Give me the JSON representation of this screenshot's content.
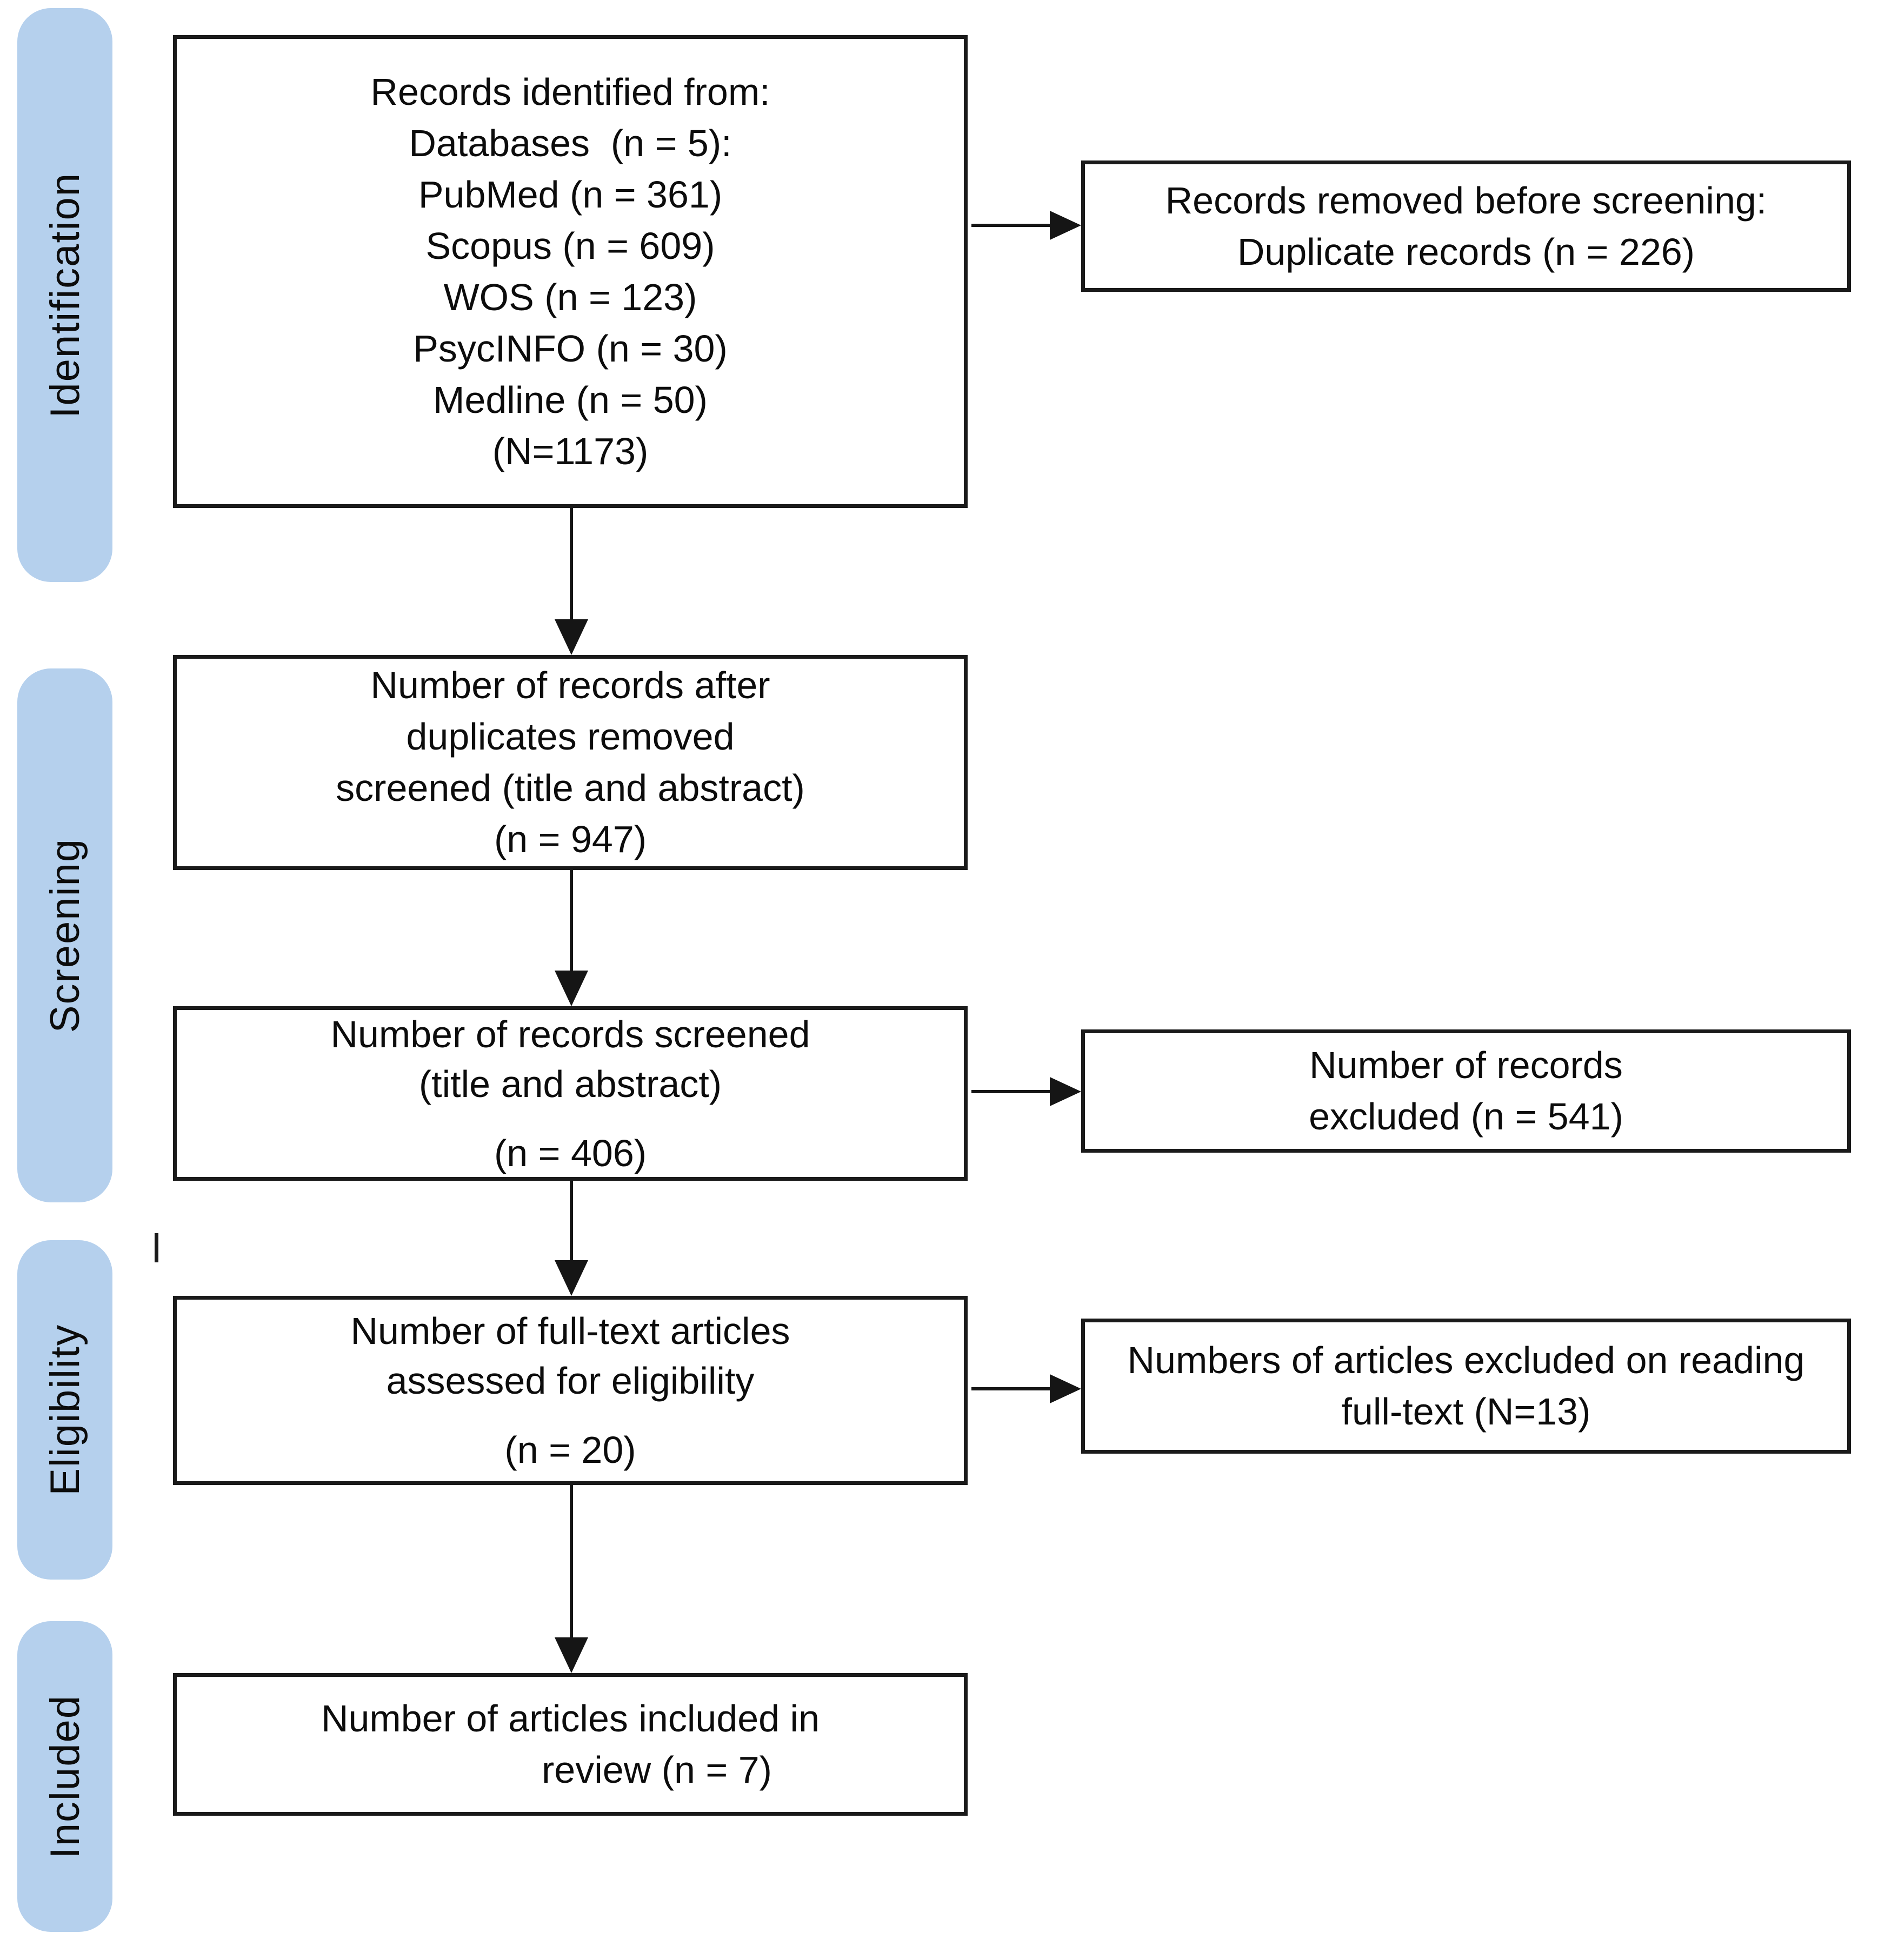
{
  "colors": {
    "background": "#ffffff",
    "stage_fill": "#b5d0ed",
    "box_border": "#1a1a1a",
    "arrow": "#151515",
    "text": "#0c0c0c"
  },
  "stages": [
    {
      "label": "Identification"
    },
    {
      "label": "Screening"
    },
    {
      "label": "Eligibility"
    },
    {
      "label": "Included"
    }
  ],
  "flow": {
    "identified": {
      "lines": [
        "Records identified from:",
        "Databases  (n = 5):",
        "PubMed (n = 361)",
        "Scopus (n = 609)",
        "WOS (n = 123)",
        "PsycINFO (n = 30)",
        "Medline (n = 50)",
        "(N=1173)"
      ]
    },
    "after_duplicates": {
      "lines": [
        "Number of records after",
        "duplicates removed",
        "screened (title and abstract)",
        "(n = 947)"
      ]
    },
    "screened": {
      "lines": [
        "Number of records screened",
        "(title and abstract)",
        "(n = 406)"
      ]
    },
    "fulltext_assessed": {
      "lines": [
        "Number of full-text articles",
        "assessed for eligibility",
        "(n = 20)"
      ]
    },
    "included_review": {
      "lines": [
        "Number of articles included in",
        "review (n = 7)"
      ]
    }
  },
  "side": {
    "removed_before_screening": {
      "lines": [
        "Records removed before screening:",
        "Duplicate records (n = 226)"
      ]
    },
    "records_excluded": {
      "lines": [
        "Number of records",
        "excluded (n = 541)"
      ]
    },
    "fulltext_excluded": {
      "lines": [
        "Numbers of articles excluded on reading",
        "full-text (N=13)"
      ]
    }
  }
}
